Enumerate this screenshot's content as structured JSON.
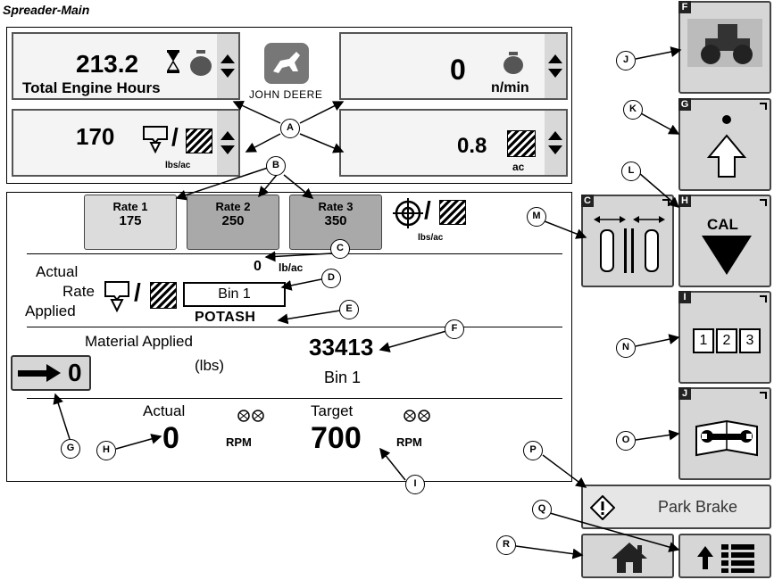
{
  "title": "Spreader-Main",
  "engine_hours": {
    "value": "213.2",
    "label": "Total Engine Hours"
  },
  "logo": {
    "text": "JOHN DEERE"
  },
  "speed": {
    "value": "0",
    "unit": "n/min"
  },
  "target_rate": {
    "value": "170",
    "unit": "lbs/ac"
  },
  "area": {
    "value": "0.8",
    "unit": "ac"
  },
  "rates": [
    {
      "label": "Rate 1",
      "value": "175"
    },
    {
      "label": "Rate 2",
      "value": "250"
    },
    {
      "label": "Rate 3",
      "value": "350"
    }
  ],
  "rates_unit": "lbs/ac",
  "actual_rate": {
    "label_line1": "Actual",
    "label_line2": "Rate",
    "label_line3": "Applied",
    "value": "0",
    "unit": "lb/ac",
    "bin": "Bin 1",
    "material": "POTASH"
  },
  "material_applied": {
    "label": "Material Applied",
    "unit_label": "(lbs)",
    "value": "33413",
    "bin": "Bin 1"
  },
  "reset_button": {
    "value": "0"
  },
  "spinner": {
    "actual_label": "Actual",
    "actual_value": "0",
    "target_label": "Target",
    "target_value": "700",
    "unit": "RPM"
  },
  "side_buttons": {
    "f_tag": "F",
    "g_tag": "G",
    "h_tag": "H",
    "c_tag": "C",
    "i_tag": "I",
    "j_tag": "J",
    "cal_label": "CAL",
    "numbers": [
      "1",
      "2",
      "3"
    ]
  },
  "park_brake": {
    "label": "Park Brake"
  },
  "callouts": {
    "A": "A",
    "B": "B",
    "C": "C",
    "D": "D",
    "E": "E",
    "F": "F",
    "G": "G",
    "H": "H",
    "I": "I",
    "J": "J",
    "K": "K",
    "L": "L",
    "M": "M",
    "N": "N",
    "O": "O",
    "P": "P",
    "Q": "Q",
    "R": "R"
  },
  "colors": {
    "button_gray": "#d6d6d6",
    "rate_selected": "#a9a9a9",
    "rate_normal": "#dcdcdc"
  }
}
